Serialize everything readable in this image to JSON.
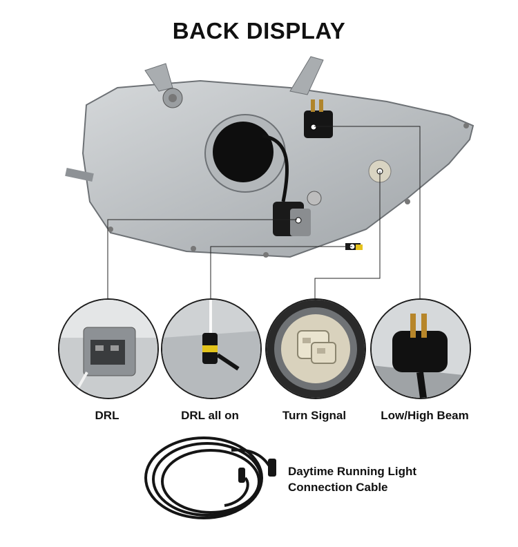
{
  "title": "BACK DISPLAY",
  "callouts": [
    {
      "label": "DRL",
      "icon": "drl-connector-icon"
    },
    {
      "label": "DRL all on",
      "icon": "drl-all-on-plug-icon"
    },
    {
      "label": "Turn Signal",
      "icon": "turn-signal-socket-icon"
    },
    {
      "label": "Low/High Beam",
      "icon": "low-high-beam-plug-icon"
    }
  ],
  "cable": {
    "line1": "Daytime Running Light",
    "line2": "Connection Cable",
    "icon": "connection-cable-icon"
  },
  "colors": {
    "housing": "#bfc3c6",
    "background": "#ffffff",
    "text": "#111111"
  }
}
